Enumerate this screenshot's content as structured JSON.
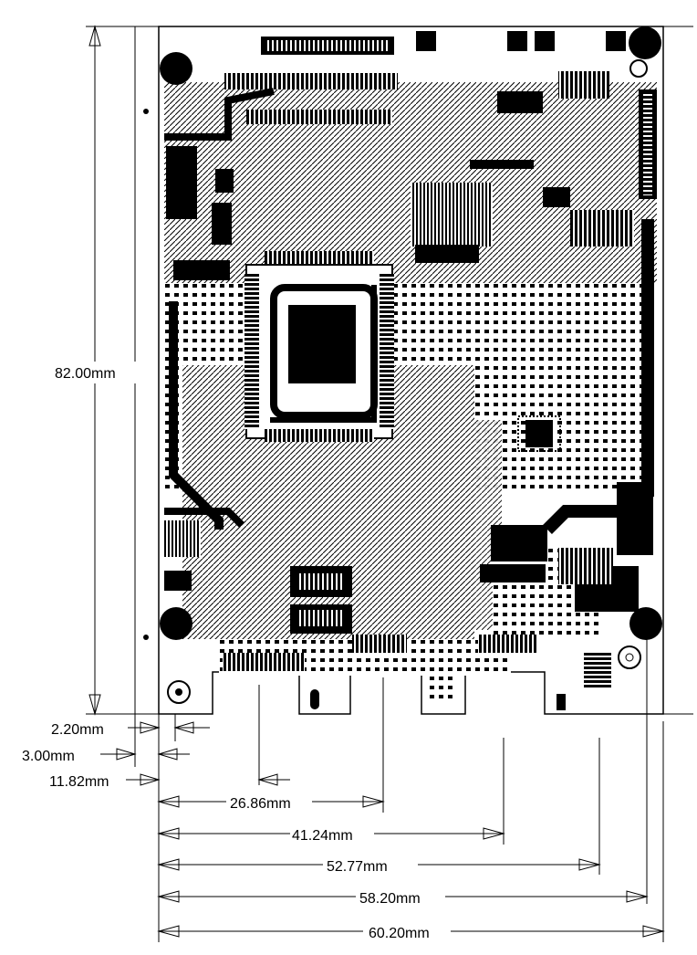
{
  "drawing": {
    "overall_height_label": "82.00mm",
    "dimensions": [
      {
        "id": "dim-2-20",
        "label": "2.20mm"
      },
      {
        "id": "dim-3-00",
        "label": "3.00mm"
      },
      {
        "id": "dim-11-82",
        "label": "11.82mm"
      },
      {
        "id": "dim-26-86",
        "label": "26.86mm"
      },
      {
        "id": "dim-41-24",
        "label": "41.24mm"
      },
      {
        "id": "dim-52-77",
        "label": "52.77mm"
      },
      {
        "id": "dim-58-20",
        "label": "58.20mm"
      },
      {
        "id": "dim-60-20",
        "label": "60.20mm"
      }
    ],
    "colors": {
      "ink": "#000000",
      "paper": "#ffffff"
    }
  }
}
